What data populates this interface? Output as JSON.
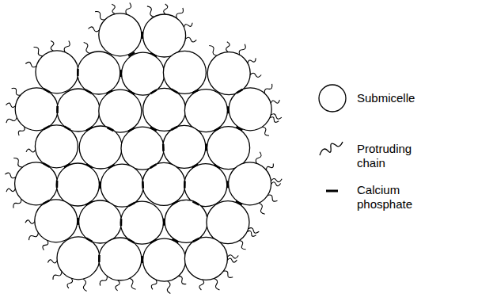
{
  "diagram": {
    "legend": [
      {
        "text": "Submicelle"
      },
      {
        "text": "Protruding chain"
      },
      {
        "text": "Calcium phosphate"
      }
    ]
  }
}
